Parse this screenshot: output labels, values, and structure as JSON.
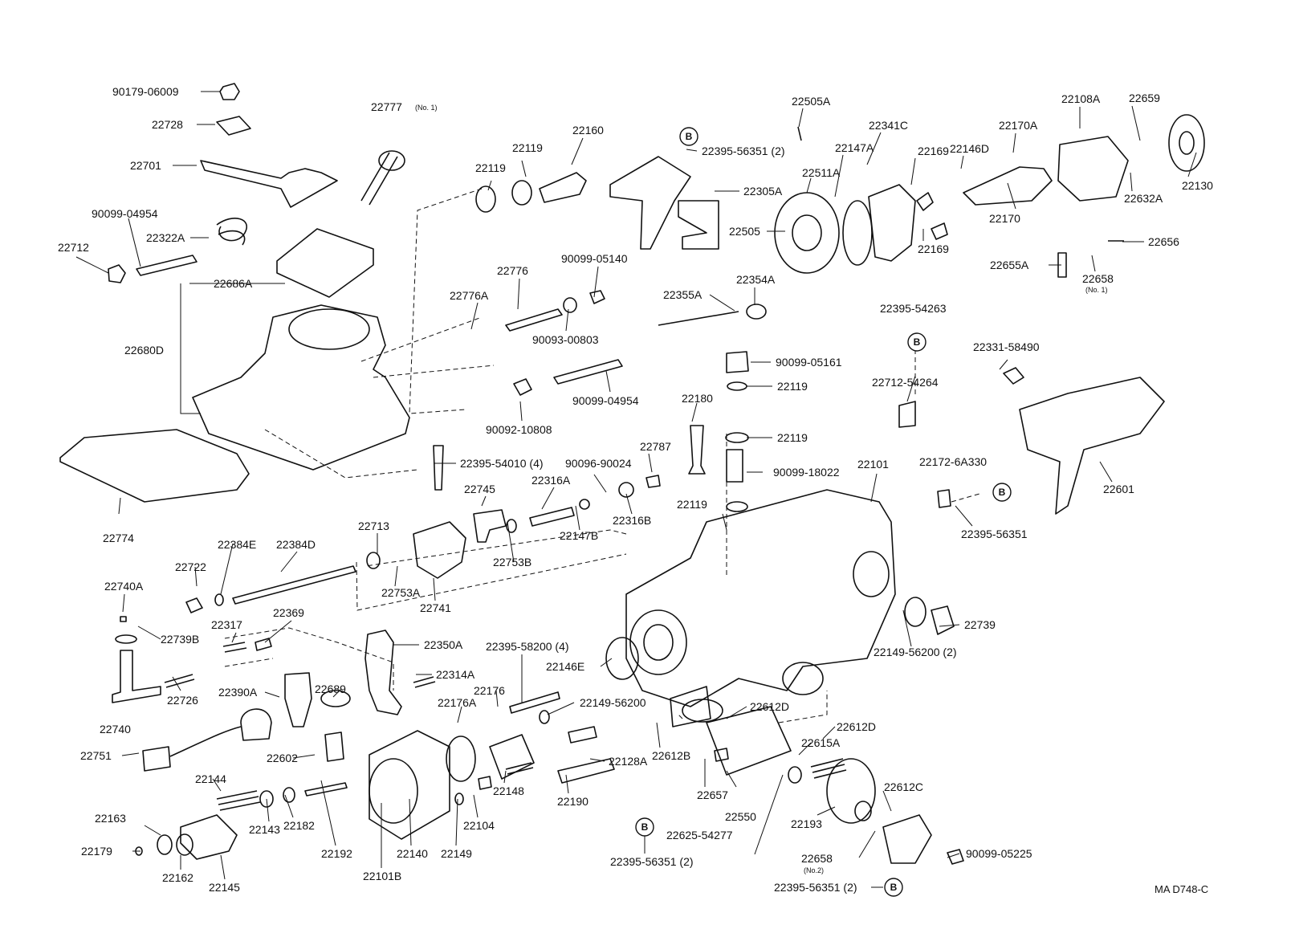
{
  "diagram": {
    "code": "MA D748-C",
    "ref_marker": "B",
    "labels": [
      "90179-06009",
      "22728",
      "22701",
      "22777",
      "(No. 1)",
      "90099-04954",
      "22712",
      "22322A",
      "22686A",
      "22680D",
      "22774",
      "22119",
      "22119",
      "22160",
      "22395-56351 (2)",
      "22305A",
      "22505A",
      "22341C",
      "22147A",
      "22511A",
      "22505",
      "22169",
      "22169",
      "22146D",
      "22170A",
      "22108A",
      "22659",
      "22130",
      "22170",
      "22632A",
      "22656",
      "22655A",
      "22658",
      "(No. 1)",
      "22776A",
      "22776",
      "90099-05140",
      "90093-00803",
      "22355A",
      "22354A",
      "22395-54263",
      "90092-10808",
      "90099-04954",
      "90099-05161",
      "22119",
      "22712-54264",
      "22331-58490",
      "22180",
      "22119",
      "90099-18022",
      "22395-54010 (4)",
      "90096-90024",
      "22787",
      "22316A",
      "22745",
      "22147B",
      "22316B",
      "22119",
      "22101",
      "22172-6A330",
      "22601",
      "22395-56351",
      "22713",
      "22384E",
      "22384D",
      "22753B",
      "22722",
      "22753A",
      "22741",
      "22740A",
      "22739B",
      "22317",
      "22369",
      "22350A",
      "22395-58200 (4)",
      "22739",
      "22149-56200 (2)",
      "22314A",
      "22146E",
      "22176",
      "22149-56200",
      "22390A",
      "22689",
      "22726",
      "22740",
      "22612D",
      "22751",
      "22602",
      "22176A",
      "22612D",
      "22612B",
      "22615A",
      "22612C",
      "22144",
      "22128A",
      "22190",
      "22657",
      "22550",
      "22148",
      "22163",
      "22104",
      "22193",
      "22182",
      "22143",
      "22192",
      "22140",
      "22149",
      "22179",
      "22162",
      "22145",
      "22101B",
      "22625-54277",
      "90099-05225",
      "22658",
      "(No.2)",
      "22395-56351 (2)",
      "22395-56351 (2)"
    ]
  }
}
